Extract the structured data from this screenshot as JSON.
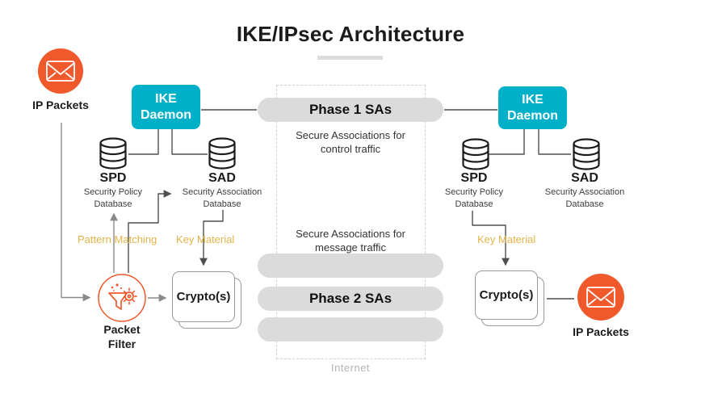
{
  "title": "IKE/IPsec Architecture",
  "colors": {
    "teal": "#00AFC8",
    "orange": "#F0592B",
    "gold": "#E3B44A",
    "pill-gray": "#DBDBDB",
    "line-dark": "#4F4F4F",
    "line-gray": "#8A8A8A",
    "ink": "#1B1B1B",
    "muted": "#3D3D3D",
    "faint": "#B3B3B3",
    "card-border": "#9A9A9A",
    "dash-border": "#CFCFCF",
    "underline": "#DCDCDC"
  },
  "center": {
    "phase1_label": "Phase 1 SAs",
    "phase1_desc": "Secure Associations for control traffic",
    "phase2_desc": "Secure Associations for message traffic",
    "phase2_label": "Phase 2 SAs",
    "internet_label": "Internet"
  },
  "left": {
    "ip_packets_label": "IP Packets",
    "ip_icon": "envelope-icon",
    "ike_daemon_label": "IKE Daemon",
    "spd_abbr": "SPD",
    "spd_name": "Security Policy Database",
    "sad_abbr": "SAD",
    "sad_name": "Security Association Database",
    "db_icon": "database-cylinder-icon",
    "pattern_matching_label": "Pattern Matching",
    "key_material_label": "Key Material",
    "packet_filter_label": "Packet Filter",
    "filter_icon": "funnel-gear-icon",
    "crypto_label": "Crypto(s)"
  },
  "right": {
    "ike_daemon_label": "IKE Daemon",
    "spd_abbr": "SPD",
    "spd_name": "Security Policy Database",
    "sad_abbr": "SAD",
    "sad_name": "Security Association Database",
    "key_material_label": "Key Material",
    "crypto_label": "Crypto(s)",
    "ip_packets_label": "IP Packets",
    "ip_icon": "envelope-icon"
  }
}
